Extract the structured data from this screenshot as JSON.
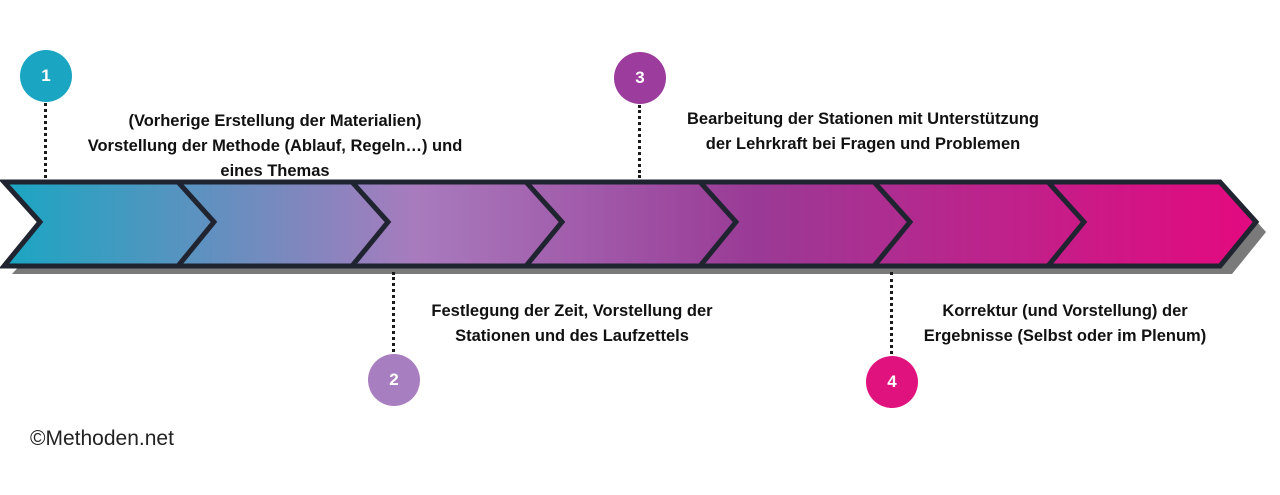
{
  "steps": [
    {
      "number": "1",
      "color": "#1aa6c2",
      "lines": [
        "(Vorherige Erstellung der Materialien)",
        "Vorstellung der Methode (Ablauf, Regeln…) und",
        "eines Themas"
      ]
    },
    {
      "number": "2",
      "color": "#a77fc0",
      "lines": [
        "Festlegung der Zeit, Vorstellung der",
        "Stationen und des Laufzettels"
      ]
    },
    {
      "number": "3",
      "color": "#9c3c9c",
      "lines": [
        "Bearbeitung der Stationen mit Unterstützung",
        "der Lehrkraft bei Fragen und Problemen"
      ]
    },
    {
      "number": "4",
      "color": "#e0137e",
      "lines": [
        "Korrektur (und Vorstellung) der",
        "Ergebnisse (Selbst oder im Plenum)"
      ]
    }
  ],
  "colors": {
    "gradient_start": "#1aa6c2",
    "gradient_mid": "#a87bbd",
    "gradient_mid2": "#9a3a96",
    "gradient_end": "#e4097f",
    "outline": "#1f2430",
    "shadow": "#7a7a7a"
  },
  "copyright": "©Methoden.net"
}
